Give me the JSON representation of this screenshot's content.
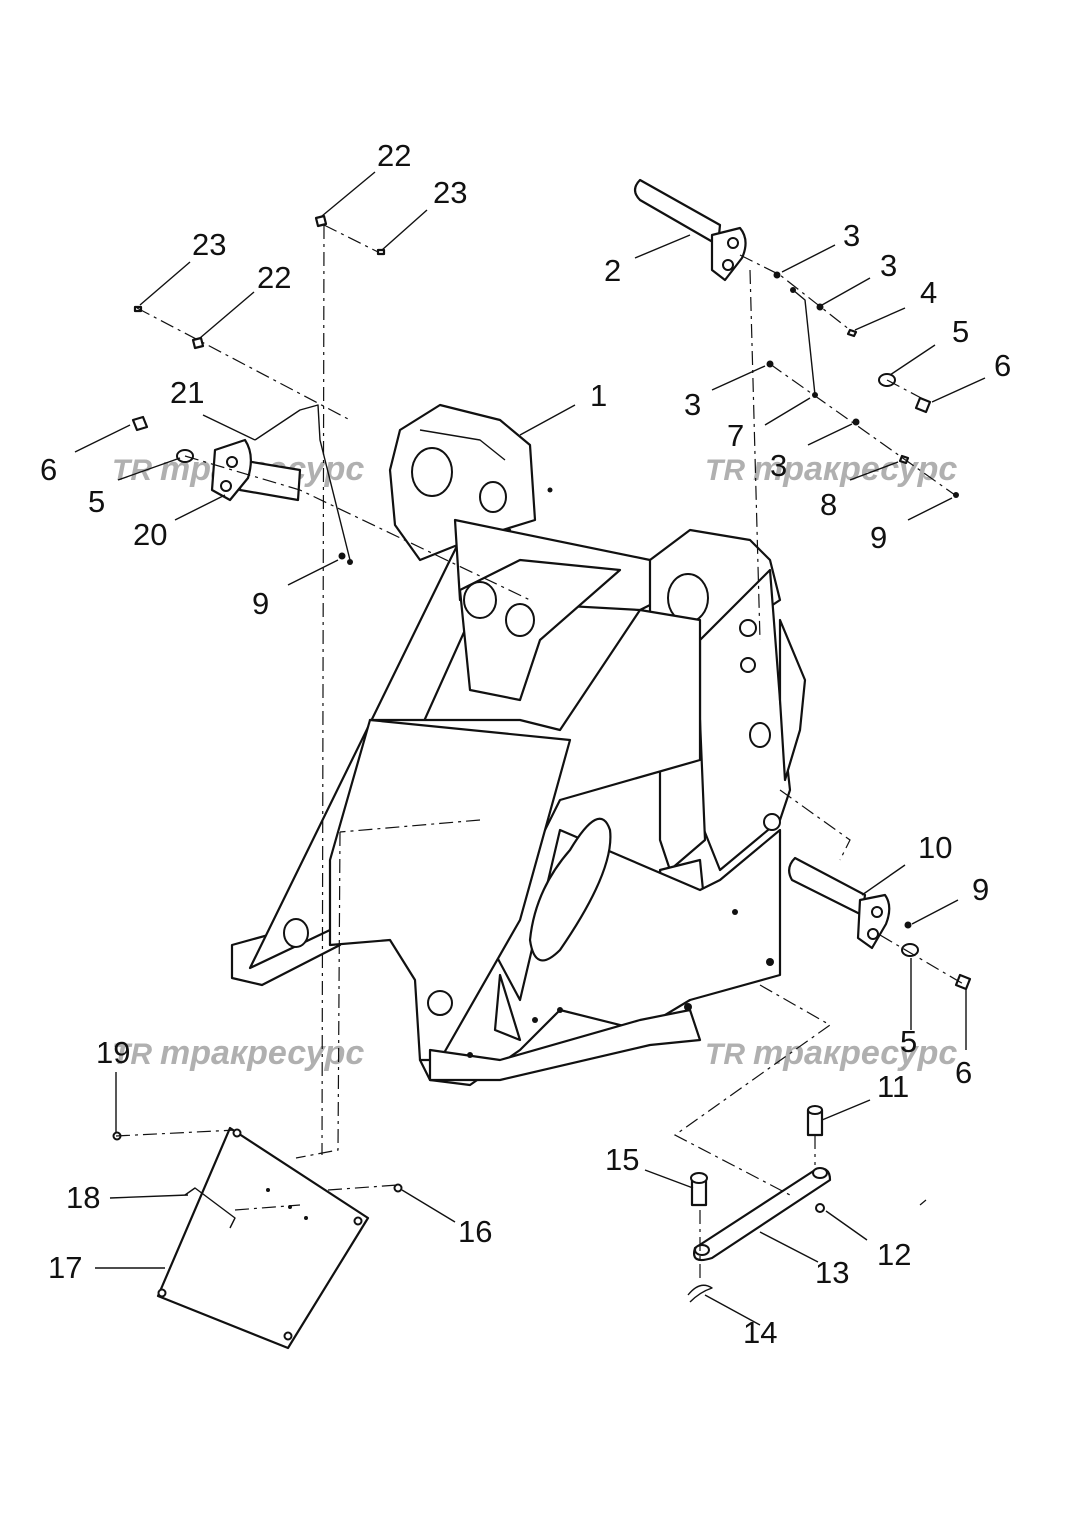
{
  "watermark": {
    "logo": "TR",
    "text": "тракресурс"
  },
  "callouts": {
    "c1": "1",
    "c2": "2",
    "c3a": "3",
    "c3b": "3",
    "c3c": "3",
    "c3d": "3",
    "c4": "4",
    "c5a": "5",
    "c5b": "5",
    "c5c": "5",
    "c6a": "6",
    "c6b": "6",
    "c6c": "6",
    "c7": "7",
    "c8": "8",
    "c9a": "9",
    "c9b": "9",
    "c9c": "9",
    "c10": "10",
    "c11": "11",
    "c12": "12",
    "c13": "13",
    "c14": "14",
    "c15": "15",
    "c16": "16",
    "c17": "17",
    "c18": "18",
    "c19": "19",
    "c20": "20",
    "c21": "21",
    "c22a": "22",
    "c22b": "22",
    "c23a": "23",
    "c23b": "23"
  }
}
